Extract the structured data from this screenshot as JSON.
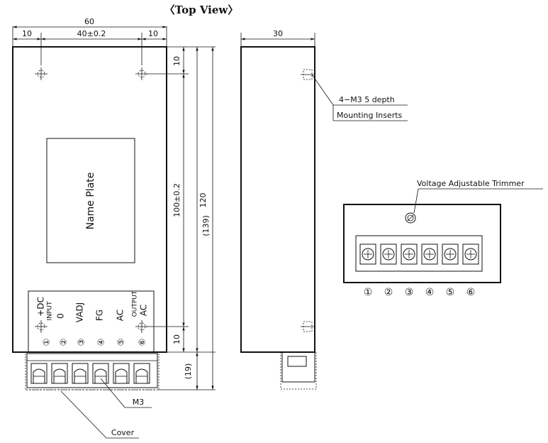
{
  "title": "〈Top View〉",
  "dimensions": {
    "width_total": "60",
    "left_margin": "10",
    "hole_pitch": "40±0.2",
    "right_margin": "10",
    "side_depth": "30",
    "top_offset": "10",
    "vertical_pitch": "100±0.2",
    "body_height": "120",
    "overall_height": "(139)",
    "bottom_offset": "10",
    "terminal_height": "(19)"
  },
  "labels": {
    "name_plate": "Name Plate",
    "insert_spec": "4−M3  5 depth",
    "insert_name": "Mounting Inserts",
    "trimmer": "Voltage Adjustable Trimmer",
    "screw": "M3",
    "cover": "Cover"
  },
  "terminals": [
    {
      "num": "①",
      "label": "+DC",
      "group": "INPUT"
    },
    {
      "num": "②",
      "label": "0",
      "group": ""
    },
    {
      "num": "③",
      "label": "VADJ",
      "group": ""
    },
    {
      "num": "④",
      "label": "FG",
      "group": ""
    },
    {
      "num": "⑤",
      "label": "AC",
      "group": ""
    },
    {
      "num": "⑥",
      "label": "AC",
      "group": "OUTPUT"
    }
  ],
  "block_numbers": [
    "①",
    "②",
    "③",
    "④",
    "⑤",
    "⑥"
  ]
}
